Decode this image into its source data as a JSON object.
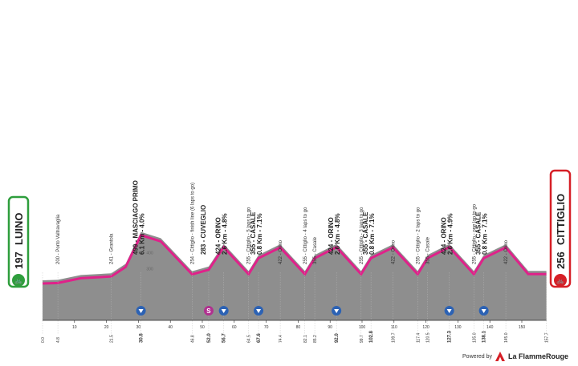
{
  "start": {
    "alt": "197",
    "name": "LUINO",
    "color": "#2e9e3c"
  },
  "finish": {
    "alt": "256",
    "name": "CITTIGLIO",
    "color": "#d61f26"
  },
  "colors": {
    "profile": "#8e8e8e",
    "road": "#e0218a",
    "base": "#f5f3e6"
  },
  "y_ticks": [
    "400",
    "300"
  ],
  "km_ticks": [
    "10",
    "20",
    "30",
    "40",
    "50",
    "60",
    "70",
    "80",
    "90",
    "100",
    "110",
    "120",
    "130",
    "140",
    "150"
  ],
  "waypoints": [
    {
      "km": "0.0",
      "label": "",
      "bold": ""
    },
    {
      "km": "4.8",
      "label": "200 - Porto Valtravaglia",
      "bold": ""
    },
    {
      "km": "21.5",
      "label": "241 - Grantola",
      "bold": ""
    },
    {
      "km": "30.8",
      "label": "",
      "bold": "499 - MASCIAGO PRIMO|6.1 Km - 4.0%"
    },
    {
      "km": "46.8",
      "label": "254 - Cittiglio - finish line (6 laps to go)",
      "bold": ""
    },
    {
      "km": "52.0",
      "label": "",
      "bold": "283 - CUVEGLIO"
    },
    {
      "km": "56.7",
      "label": "",
      "bold": "424 - ORINO|2.6 Km - 4.8%"
    },
    {
      "km": "64.5",
      "label": "255 - Cittiglio - 5 laps to go",
      "bold": ""
    },
    {
      "km": "67.6",
      "label": "",
      "bold": "355 - CASALE|0.8 Km - 7.1%"
    },
    {
      "km": "74.4",
      "label": "422 - Orino",
      "bold": ""
    },
    {
      "km": "82.1",
      "label": "255 - Cittiglio - 4 laps to go",
      "bold": ""
    },
    {
      "km": "85.2",
      "label": "355 - Casale",
      "bold": ""
    },
    {
      "km": "92.0",
      "label": "",
      "bold": "424 - ORINO|2.6 Km - 4.8%"
    },
    {
      "km": "99.7",
      "label": "255 - Cittiglio - 3 laps to go",
      "bold": ""
    },
    {
      "km": "102.8",
      "label": "",
      "bold": "355 - CASALE|0.8 Km - 7.1%"
    },
    {
      "km": "109.7",
      "label": "422 - Orino",
      "bold": ""
    },
    {
      "km": "117.4",
      "label": "255 - Cittiglio - 2 laps to go",
      "bold": ""
    },
    {
      "km": "120.5",
      "label": "355 - Casale",
      "bold": ""
    },
    {
      "km": "127.3",
      "label": "",
      "bold": "424 - ORINO|2.6 Km - 4.9%"
    },
    {
      "km": "135.0",
      "label": "255 - Cittiglio - one lap to go",
      "bold": ""
    },
    {
      "km": "138.1",
      "label": "",
      "bold": "355 - CASALE|0.8 Km - 7.1%"
    },
    {
      "km": "145.0",
      "label": "422 - Orino",
      "bold": ""
    },
    {
      "km": "157.7",
      "label": "",
      "bold": ""
    }
  ],
  "markers": [
    {
      "km": "30.8",
      "type": "sprint"
    },
    {
      "km": "52.0",
      "type": "S"
    },
    {
      "km": "56.7",
      "type": "sprint"
    },
    {
      "km": "67.6",
      "type": "sprint"
    },
    {
      "km": "92.0",
      "type": "sprint"
    },
    {
      "km": "127.3",
      "type": "sprint"
    },
    {
      "km": "138.1",
      "type": "sprint"
    }
  ],
  "brand": {
    "powered": "Powered by",
    "name": "La FlammeRouge"
  }
}
